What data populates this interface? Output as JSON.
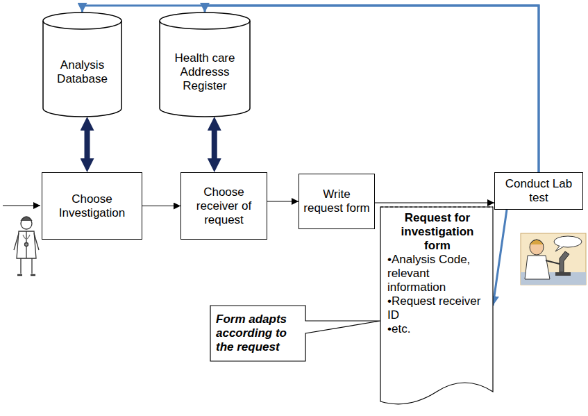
{
  "diagram": {
    "nodes": [
      {
        "text": [
          "Analysis Database"
        ]
      },
      {
        "text": [
          "Health care Addresss Register"
        ]
      },
      {
        "text": [
          "Choose Investigation"
        ]
      },
      {
        "text": [
          "Choose receiver of request"
        ]
      },
      {
        "text": [
          "Write request form"
        ]
      },
      {
        "text": [
          "Request for investigation form",
          "•Analysis Code, relevant information",
          "•Request receiver ID",
          "•etc."
        ]
      },
      {
        "text": [
          "Conduct Lab test"
        ]
      },
      {
        "text": [
          "Form adapts according to the request"
        ]
      }
    ],
    "edges": [
      {
        "from": 0,
        "to": 2,
        "arrow": "both"
      },
      {
        "from": 1,
        "to": 3,
        "arrow": "both"
      },
      {
        "from": 2,
        "to": 3,
        "arrow": "to"
      },
      {
        "from": 3,
        "to": 4,
        "arrow": "to"
      },
      {
        "from": 4,
        "to": 6,
        "arrow": "to"
      },
      {
        "from": 6,
        "to": 0,
        "arrow": "to"
      },
      {
        "from": 6,
        "to": 1,
        "arrow": "to"
      },
      {
        "from": 6,
        "to": 5,
        "arrow": "to"
      }
    ]
  }
}
